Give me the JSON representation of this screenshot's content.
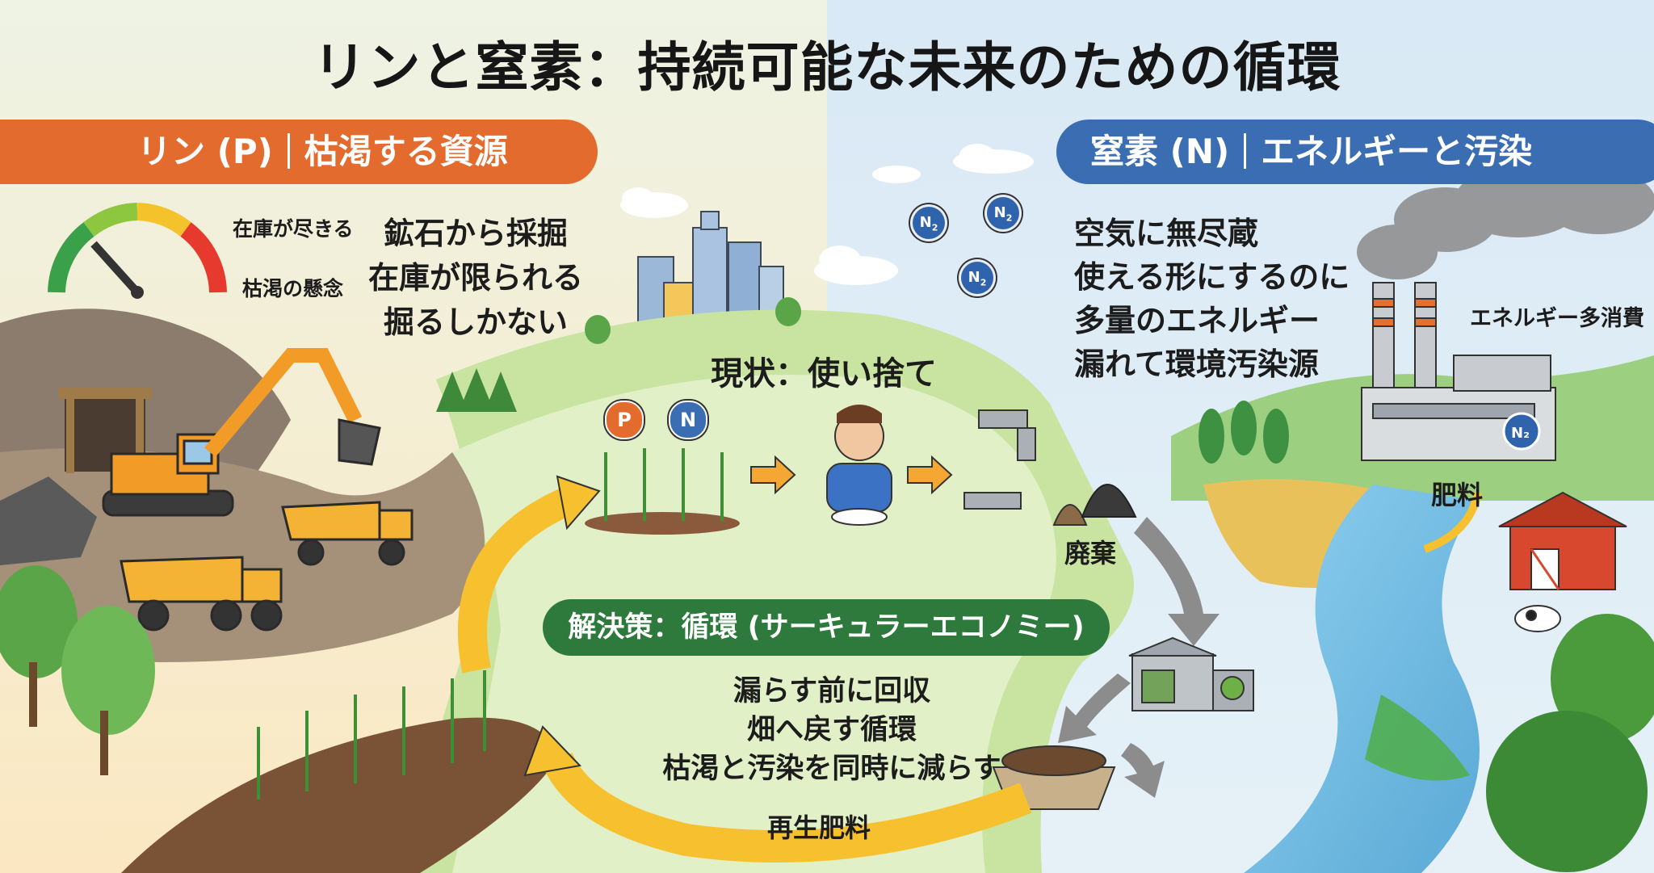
{
  "title": "リンと窒素：持続可能な未来のための循環",
  "phosphorus": {
    "banner_left": "リン (P)",
    "banner_right": "枯渇する資源",
    "gauge_label_top": "在庫が尽きる",
    "gauge_label_bottom": "枯渇の懸念",
    "notes": [
      "鉱石から採掘",
      "在庫が限られる",
      "掘るしかない"
    ],
    "chip": "P"
  },
  "nitrogen": {
    "banner_left": "窒素 (N)",
    "banner_right": "エネルギーと汚染",
    "notes": [
      "空気に無尽蔵",
      "使える形にするのに",
      "多量のエネルギー",
      "漏れて環境汚染源"
    ],
    "energy_label": "エネルギー多消費",
    "fertilizer_label": "肥料",
    "chip": "N",
    "molecule": "N",
    "molecule_sub": "2"
  },
  "current": {
    "title": "現状：使い捨て",
    "waste_label": "廃棄"
  },
  "solution": {
    "title": "解決策：循環 (サーキュラーエコノミー)",
    "notes": [
      "漏らす前に回収",
      "畑へ戻す循環",
      "枯渇と汚染を同時に減らす"
    ],
    "regen_label": "再生肥料"
  },
  "colors": {
    "phosphorus_accent": "#e46b2e",
    "nitrogen_accent": "#3a6db2",
    "solution_accent": "#2d7a3c",
    "cycle_arrow": "#f6c02e"
  }
}
